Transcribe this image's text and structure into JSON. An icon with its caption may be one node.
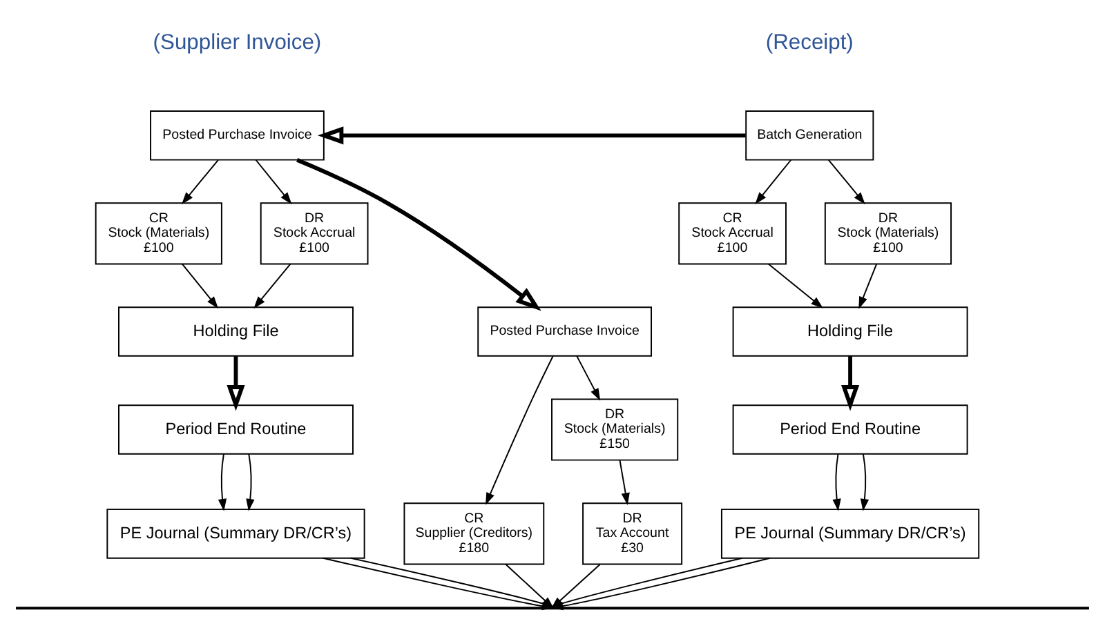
{
  "diagram": {
    "nodes": [
      {
        "text": [
          "Batch Generation"
        ]
      },
      {
        "text": [
          "CR",
          "Stock Accrual",
          "£100"
        ]
      },
      {
        "text": [
          "DR",
          "Stock (Materials)",
          "£100"
        ]
      },
      {
        "text": [
          "Holding File"
        ]
      },
      {
        "text": [
          "Period End Routine"
        ]
      },
      {
        "text": [
          "PE Journal (Summary DR/CR’s)"
        ]
      },
      {
        "text": [
          "Posted Purchase Invoice"
        ]
      },
      {
        "text": [
          "CR",
          "Stock (Materials)",
          "£100"
        ]
      },
      {
        "text": [
          "DR",
          "Stock Accrual",
          "£100"
        ]
      },
      {
        "text": [
          "Holding File"
        ]
      },
      {
        "text": [
          "Period End Routine"
        ]
      },
      {
        "text": [
          "PE Journal (Summary DR/CR’s)"
        ]
      },
      {
        "text": [
          "Posted Purchase Invoice"
        ]
      },
      {
        "text": [
          "CR",
          "Supplier (Creditors)",
          "£180"
        ]
      },
      {
        "text": [
          "DR",
          "Stock (Materials)",
          "£150"
        ]
      },
      {
        "text": [
          "DR",
          "Tax Account",
          "£30"
        ]
      },
      {
        "text": [],
        "shape": "bar"
      }
    ],
    "edges": [
      {
        "from": 0,
        "to": 1,
        "arrow": "to"
      },
      {
        "from": 0,
        "to": 2,
        "arrow": "to"
      },
      {
        "from": 1,
        "to": 3,
        "arrow": "to"
      },
      {
        "from": 2,
        "to": 3,
        "arrow": "to"
      },
      {
        "from": 3,
        "to": 4,
        "arrow": "to",
        "style": "thick"
      },
      {
        "from": 4,
        "to": 5,
        "arrow": "to"
      },
      {
        "from": 4,
        "to": 5,
        "arrow": "to"
      },
      {
        "from": 5,
        "to": 16,
        "arrow": "to"
      },
      {
        "from": 5,
        "to": 16,
        "arrow": "to"
      },
      {
        "from": 0,
        "to": 6,
        "arrow": "to",
        "style": "thick"
      },
      {
        "from": 6,
        "to": 7,
        "arrow": "to"
      },
      {
        "from": 6,
        "to": 8,
        "arrow": "to"
      },
      {
        "from": 7,
        "to": 9,
        "arrow": "to"
      },
      {
        "from": 8,
        "to": 9,
        "arrow": "to"
      },
      {
        "from": 9,
        "to": 10,
        "arrow": "to",
        "style": "thick"
      },
      {
        "from": 10,
        "to": 11,
        "arrow": "to"
      },
      {
        "from": 10,
        "to": 11,
        "arrow": "to"
      },
      {
        "from": 11,
        "to": 16,
        "arrow": "to"
      },
      {
        "from": 11,
        "to": 16,
        "arrow": "to"
      },
      {
        "from": 6,
        "to": 12,
        "arrow": "to",
        "style": "thick"
      },
      {
        "from": 12,
        "to": 13,
        "arrow": "to"
      },
      {
        "from": 12,
        "to": 14,
        "arrow": "to"
      },
      {
        "from": 14,
        "to": 15,
        "arrow": "to"
      },
      {
        "from": 13,
        "to": 16,
        "arrow": "to"
      },
      {
        "from": 15,
        "to": 16,
        "arrow": "to"
      }
    ],
    "labels": [
      "(Receipt)",
      "(Supplier Invoice)"
    ]
  }
}
